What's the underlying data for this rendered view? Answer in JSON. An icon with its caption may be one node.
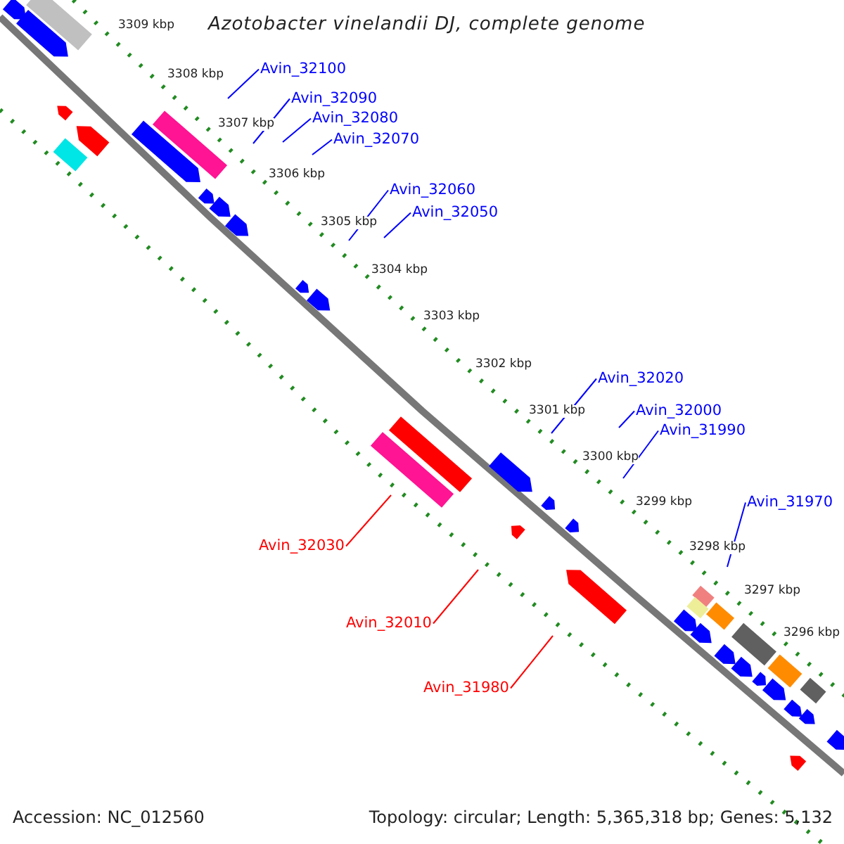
{
  "diagram": {
    "title": "Azotobacter vinelandii DJ, complete genome",
    "nodes": [
      {
        "text": [
          "Avin_32100"
        ]
      },
      {
        "text": [
          "Avin_32090"
        ]
      },
      {
        "text": [
          "Avin_32080"
        ]
      },
      {
        "text": [
          "Avin_32070"
        ]
      },
      {
        "text": [
          "Avin_32060"
        ]
      },
      {
        "text": [
          "Avin_32050"
        ]
      },
      {
        "text": [
          "Avin_32020"
        ]
      },
      {
        "text": [
          "Avin_32000"
        ]
      },
      {
        "text": [
          "Avin_31990"
        ]
      },
      {
        "text": [
          "Avin_31970"
        ]
      },
      {
        "text": [
          "Avin_32030"
        ]
      },
      {
        "text": [
          "Avin_32010"
        ]
      },
      {
        "text": [
          "Avin_31980"
        ]
      }
    ],
    "edges": [
      {
        "from": 0,
        "to": null,
        "arrow": "none"
      },
      {
        "from": 1,
        "to": null,
        "arrow": "none"
      },
      {
        "from": 2,
        "to": null,
        "arrow": "none"
      },
      {
        "from": 3,
        "to": null,
        "arrow": "none"
      },
      {
        "from": 4,
        "to": null,
        "arrow": "none"
      },
      {
        "from": 5,
        "to": null,
        "arrow": "none"
      },
      {
        "from": 6,
        "to": null,
        "arrow": "none"
      },
      {
        "from": 7,
        "to": null,
        "arrow": "none"
      },
      {
        "from": 8,
        "to": null,
        "arrow": "none"
      },
      {
        "from": 9,
        "to": null,
        "arrow": "none"
      },
      {
        "from": 10,
        "to": null,
        "arrow": "none",
        "color": "#ff0000"
      },
      {
        "from": 11,
        "to": null,
        "arrow": "none",
        "color": "#ff0000"
      },
      {
        "from": 12,
        "to": null,
        "arrow": "none",
        "color": "#ff0000"
      }
    ],
    "labels": [
      "3309 kbp",
      "3308 kbp",
      "3307 kbp",
      "3306 kbp",
      "3305 kbp",
      "3304 kbp",
      "3303 kbp",
      "3302 kbp",
      "3301 kbp",
      "3300 kbp",
      "3299 kbp",
      "3298 kbp",
      "3297 kbp",
      "3296 kbp",
      "Accession: NC_012560",
      "Topology: circular; Length: 5,365,318 bp; Genes: 5,132"
    ]
  }
}
